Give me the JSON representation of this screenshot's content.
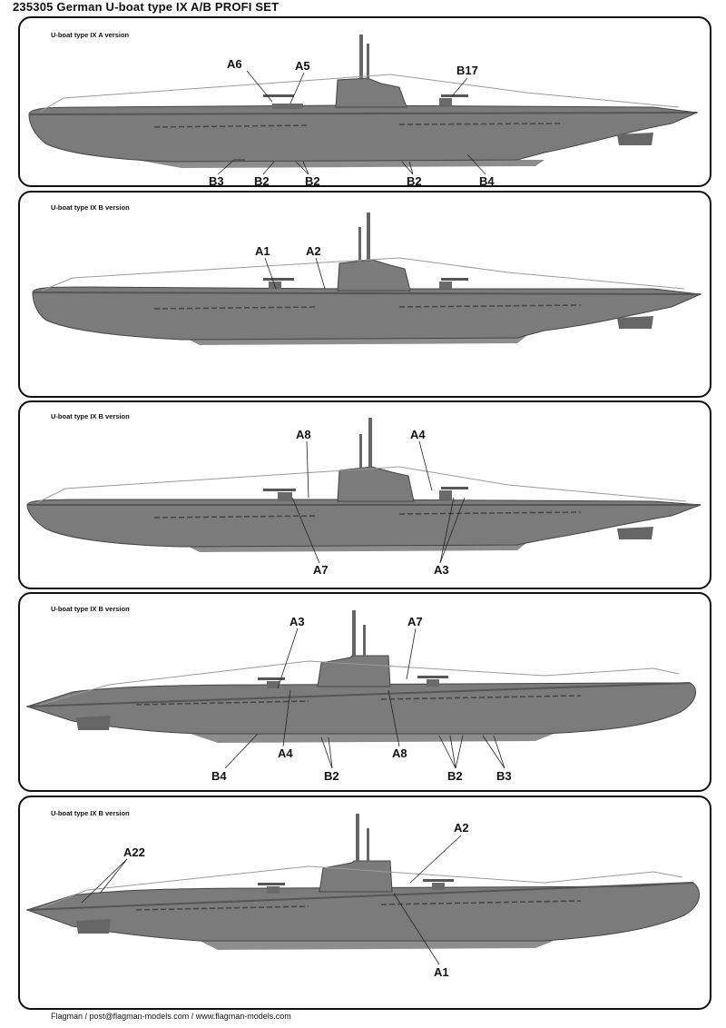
{
  "title": "235305 German U-boat type IX A/B PROFI SET",
  "footer": "Flagman / post@flagman-models.com / www.flagman-models.com",
  "colors": {
    "hull": "#7b7b7b",
    "hull_dark": "#555555",
    "keel": "#8d8d8d",
    "rail": "#9a9a9a",
    "panel_border": "#111111"
  },
  "panels": [
    {
      "label": "U-boat type IX A version",
      "callouts": [
        "A6",
        "A5",
        "B17",
        "B3",
        "B2",
        "B2",
        "B2",
        "B4"
      ]
    },
    {
      "label": "U-boat type IX B version",
      "callouts": [
        "A1",
        "A2"
      ]
    },
    {
      "label": "U-boat type IX B version",
      "callouts": [
        "A8",
        "A4",
        "A7",
        "A3"
      ]
    },
    {
      "label": "U-boat type IX B version",
      "callouts": [
        "A3",
        "A7",
        "B4",
        "A4",
        "B2",
        "A8",
        "B2",
        "B3"
      ]
    },
    {
      "label": "U-boat type IX B version",
      "callouts": [
        "A22",
        "A2",
        "A1"
      ]
    }
  ]
}
